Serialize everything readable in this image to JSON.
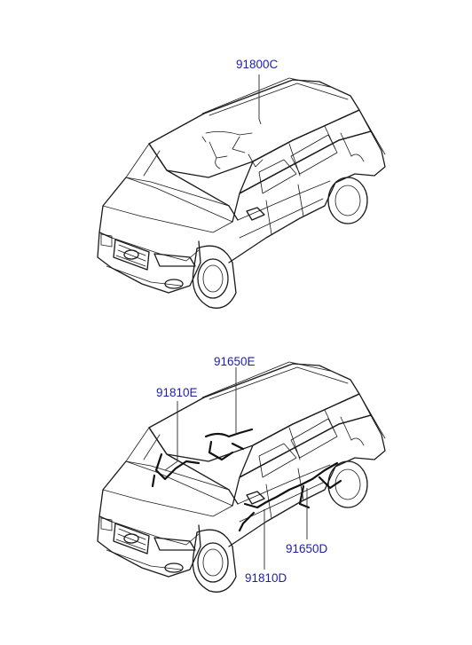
{
  "diagram": {
    "top_vehicle": {
      "callouts": [
        {
          "label": "91800C"
        }
      ]
    },
    "bottom_vehicle": {
      "callouts": [
        {
          "label": "91650E"
        },
        {
          "label": "91810E"
        },
        {
          "label": "91650D"
        },
        {
          "label": "91810D"
        }
      ]
    },
    "colors": {
      "callout_text": "#1e1ea8",
      "line_art": "#1a1a1a",
      "background": "#ffffff"
    }
  }
}
